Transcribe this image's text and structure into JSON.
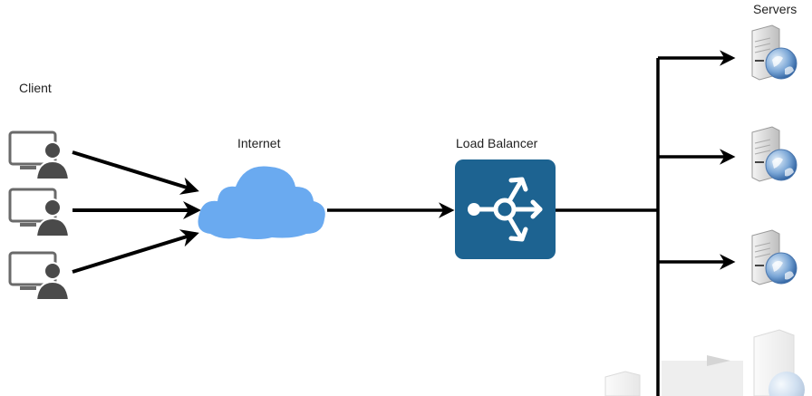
{
  "title": "Load Balancer Architecture",
  "labels": {
    "client": "Client",
    "internet": "Internet",
    "load_balancer": "Load Balancer",
    "servers": "Servers"
  },
  "nodes": {
    "clients": [
      {
        "name": "client-1",
        "icon": "user-computer-icon"
      },
      {
        "name": "client-2",
        "icon": "user-computer-icon"
      },
      {
        "name": "client-3",
        "icon": "user-computer-icon"
      }
    ],
    "internet": {
      "icon": "cloud-icon"
    },
    "load_balancer": {
      "icon": "load-balancer-icon"
    },
    "servers": [
      {
        "name": "server-1",
        "icon": "web-server-icon"
      },
      {
        "name": "server-2",
        "icon": "web-server-icon"
      },
      {
        "name": "server-3",
        "icon": "web-server-icon"
      },
      {
        "name": "server-4",
        "icon": "web-server-icon",
        "faded": true
      }
    ]
  },
  "edges": [
    {
      "from": "client-1",
      "to": "internet"
    },
    {
      "from": "client-2",
      "to": "internet"
    },
    {
      "from": "client-3",
      "to": "internet"
    },
    {
      "from": "internet",
      "to": "load_balancer"
    },
    {
      "from": "load_balancer",
      "to": "server-1"
    },
    {
      "from": "load_balancer",
      "to": "server-2"
    },
    {
      "from": "load_balancer",
      "to": "server-3"
    },
    {
      "from": "load_balancer",
      "to": "server-4"
    }
  ],
  "colors": {
    "cloud": "#6aaaf0",
    "load_balancer": "#1d6391",
    "arrow": "#000000",
    "user_icon": "#4a4a4a"
  }
}
